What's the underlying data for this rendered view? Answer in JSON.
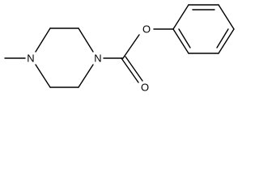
{
  "molecule": {
    "atoms": [
      {
        "id": "n_methyl",
        "label": "N"
      },
      {
        "id": "n_amide",
        "label": "N"
      },
      {
        "id": "o_ester",
        "label": "O"
      },
      {
        "id": "o_carbonyl",
        "label": "O"
      }
    ]
  },
  "colors": {
    "bond": "#000000",
    "label": "#000000",
    "background": "#ffffff"
  }
}
